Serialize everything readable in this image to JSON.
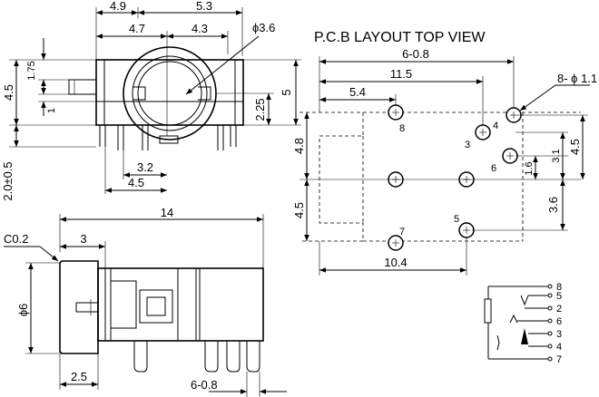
{
  "top_view": {
    "dim_4_9": "4.9",
    "dim_5_3": "5.3",
    "dim_4_7": "4.7",
    "dim_4_3": "4.3",
    "dim_phi_3_6": "ϕ3.6",
    "dim_4_5_left": "4.5",
    "dim_1_75": "1.75",
    "dim_1": "1",
    "dim_2_25": "2.25",
    "dim_5": "5",
    "dim_2_0": "2.0±0.5",
    "dim_3_2": "3.2",
    "dim_4_5_bottom": "4.5"
  },
  "side_view": {
    "dim_14": "14",
    "dim_c0_2": "C0.2",
    "dim_3": "3",
    "dim_phi_6": "ϕ6",
    "dim_2_5": "2.5",
    "dim_6_0_8": "6-0.8"
  },
  "pcb": {
    "title": "P.C.B LAYOUT TOP VIEW",
    "dim_6_0_8": "6-0.8",
    "dim_11_5": "11.5",
    "dim_5_4": "5.4",
    "dim_8_phi": "8- ϕ 1.1",
    "dim_4_8": "4.8",
    "dim_4_5_left": "4.5",
    "dim_4_5_right": "4.5",
    "dim_1_6": "1.6",
    "dim_3_1": "3.1",
    "dim_3_6": "3.6",
    "dim_10_4": "10.4",
    "pins": {
      "p8": "8",
      "p4": "4",
      "p3": "3",
      "p6": "6",
      "p5": "5",
      "p7": "7"
    }
  },
  "schematic": {
    "pins": [
      "8",
      "5",
      "2",
      "6",
      "3",
      "4",
      "7"
    ]
  }
}
